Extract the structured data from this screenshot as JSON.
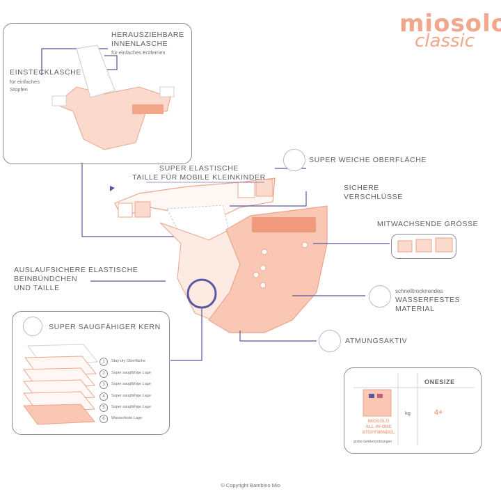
{
  "brand": {
    "name": "miosolo",
    "sub": "classic",
    "color": "#f2a68a"
  },
  "insert_box": {
    "pull_title": "HERAUSZIEHBARE\nINNENLASCHE",
    "pull_sub": "für einfaches Entfernen",
    "pocket_title": "EINSTECKLASCHE",
    "pocket_sub": "für einfaches\nStopfen"
  },
  "callouts": {
    "waist": "SUPER ELASTISCHE\nTAILLE FÜR MOBILE KLEINKINDER",
    "soft": "SUPER WEICHE OBERFLÄCHE",
    "closures": "SICHERE\nVERSCHLÜSSE",
    "growing": "MITWACHSENDE GRÖSSE",
    "quick_dry": "schnelltrocknendes",
    "waterproof": "WASSERFESTES MATERIAL",
    "breathable": "ATMUNGSAKTIV",
    "leak": "AUSLAUFSICHERE ELASTISCHE\nBEINBÜNDCHEN\nUND TAILLE"
  },
  "core_box": {
    "title": "SUPER SAUGFÄHIGER KERN",
    "layers": [
      {
        "num": "1",
        "label": "Stay-dry Oberfläche"
      },
      {
        "num": "2",
        "label": "Super saugfähige Lage"
      },
      {
        "num": "3",
        "label": "Super saugfähige Lage"
      },
      {
        "num": "4",
        "label": "Super saugfähige Lage"
      },
      {
        "num": "5",
        "label": "Super saugfähige Lage"
      },
      {
        "num": "6",
        "label": "Wasserfeste Lage"
      }
    ]
  },
  "size_table": {
    "header": "ONESIZE",
    "unit": "kg",
    "value": "4+",
    "product": "MIOSOLO\nALL-IN-ONE\nSTOFFWINDEL",
    "note": "grobe Größenordnungen"
  },
  "footer": {
    "copyright": "© Copyright Bambino Mio"
  },
  "colors": {
    "accent_peach": "#f4b8a3",
    "line_purple": "#5a56a0",
    "outline": "#8a8a94"
  }
}
